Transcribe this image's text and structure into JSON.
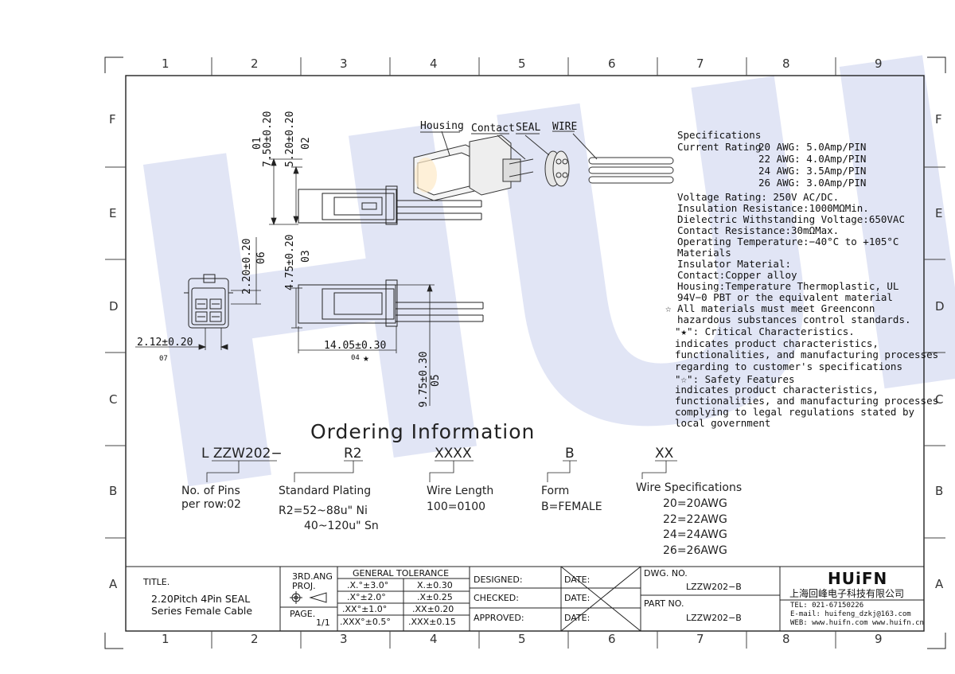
{
  "zones": {
    "columns": [
      "1",
      "2",
      "3",
      "4",
      "5",
      "6",
      "7",
      "8",
      "9"
    ],
    "rows": [
      "F",
      "E",
      "D",
      "C",
      "B",
      "A"
    ]
  },
  "watermark": "HUIFN",
  "callouts": {
    "housing": "Housing",
    "contact": "Contact",
    "seal": "SEAL",
    "wire": "WIRE"
  },
  "dimensions": {
    "d01": {
      "value": "7.50±0.20",
      "tag": "01"
    },
    "d02": {
      "value": "5.20±0.20",
      "tag": "02"
    },
    "d03": {
      "value": "4.75±0.20",
      "tag": "03"
    },
    "d04": {
      "value": "14.05±0.30",
      "tag": "04"
    },
    "d05": {
      "value": "9.75±0.30",
      "tag": "05"
    },
    "d06": {
      "value": "2.20±0.20",
      "tag": "06"
    },
    "d07": {
      "value": "2.12±0.20",
      "tag": "07"
    }
  },
  "specifications": {
    "title": "Specifications",
    "current_label": "Current Rating",
    "current_rows": [
      "20 AWG: 5.0Amp/PIN",
      "22 AWG: 4.0Amp/PIN",
      "24 AWG: 3.5Amp/PIN",
      "26 AWG: 3.0Amp/PIN"
    ],
    "lines": [
      "Voltage Rating: 250V AC/DC.",
      "Insulation Resistance:1000MΩMin.",
      "Dielectric Withstanding Voltage:650VAC",
      "Contact Resistance:30mΩMax.",
      "Operating Temperature:−40°C to +105°C",
      "Materials",
      "Insulator Material:",
      "Contact:Copper alloy",
      "Housing:Temperature Thermoplastic, UL",
      "94V−0 PBT or the equivalent material"
    ],
    "star_lines": [
      "All materials must meet Greenconn",
      "hazardous substances control standards."
    ],
    "critical_lines": [
      "\"★\": Critical Characteristics.",
      "indicates product characteristics,",
      "functionalities, and manufacturing processes",
      "regarding to customer's specifications"
    ],
    "safety_lines": [
      "\"☆\": Safety Features",
      "indicates product characteristics,",
      "functionalities, and manufacturing processes",
      "complying to legal regulations stated by",
      "local government"
    ]
  },
  "ordering": {
    "title": "Ordering Information",
    "prefix": "L ZZW202−",
    "codes": [
      "R2",
      "XXXX",
      "B",
      "XX"
    ],
    "pins": [
      "No. of Pins",
      "per row:02"
    ],
    "plating": [
      "Standard Plating",
      "R2=52~88u\" Ni",
      "40~120u\" Sn"
    ],
    "wire_length": [
      "Wire Length",
      "100=0100"
    ],
    "form": [
      "Form",
      "B=FEMALE"
    ],
    "wire_spec": [
      "Wire Specifications",
      "20=20AWG",
      "22=22AWG",
      "24=24AWG",
      "26=26AWG"
    ]
  },
  "title_block": {
    "title_label": "TITLE.",
    "title_lines": [
      "2.20Pitch 4Pin SEAL",
      "Series Female Cable"
    ],
    "proj": [
      "3RD.ANG",
      "PROJ."
    ],
    "page_label": "PAGE.",
    "page_value": "1/1",
    "tolerance_title": "GENERAL TOLERANCE",
    "tolerance_rows": [
      [
        ".X.°±3.0°",
        "X.±0.30"
      ],
      [
        ".X°±2.0°",
        ".X±0.25"
      ],
      [
        ".XX°±1.0°",
        ".XX±0.20"
      ],
      [
        ".XXX°±0.5°",
        ".XXX±0.15"
      ]
    ],
    "designed": "DESIGNED:",
    "checked": "CHECKED:",
    "approved": "APPROVED:",
    "date": "DATE:",
    "dwg_label": "DWG. NO.",
    "dwg_no": "LZZW202−B",
    "part_label": "PART NO.",
    "part_no": "LZZW202−B",
    "logo": "HUiFN",
    "company": "上海回峰电子科技有限公司",
    "tel": "TEL: 021-67150226",
    "email": "E-mail: huifeng_dzkj@163.com",
    "web": "WEB: www.huifn.com  www.huifn.cn"
  }
}
